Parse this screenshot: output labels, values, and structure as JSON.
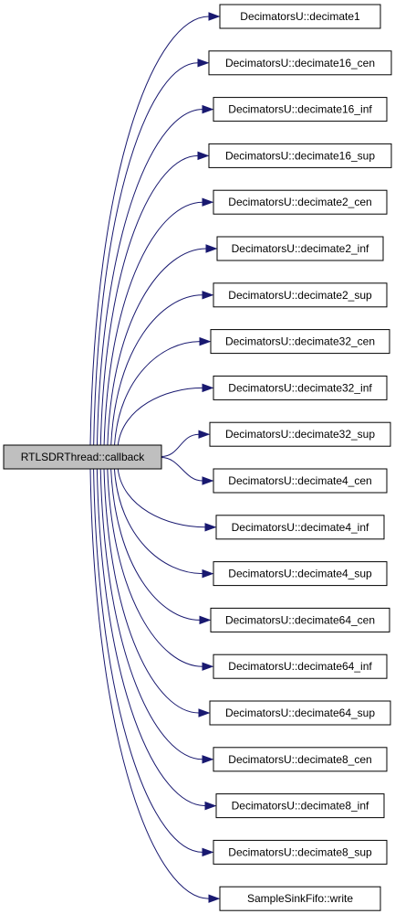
{
  "colors": {
    "edge": "#191970",
    "source_fill": "#bfbfbf",
    "target_fill": "#ffffff",
    "border": "#000000"
  },
  "source": {
    "name": "source-node-rtlsdrthread-callback",
    "label": "RTLSDRThread::callback"
  },
  "targets": [
    {
      "name": "target-node-decimate1",
      "label": "DecimatorsU::decimate1"
    },
    {
      "name": "target-node-decimate16-cen",
      "label": "DecimatorsU::decimate16_cen"
    },
    {
      "name": "target-node-decimate16-inf",
      "label": "DecimatorsU::decimate16_inf"
    },
    {
      "name": "target-node-decimate16-sup",
      "label": "DecimatorsU::decimate16_sup"
    },
    {
      "name": "target-node-decimate2-cen",
      "label": "DecimatorsU::decimate2_cen"
    },
    {
      "name": "target-node-decimate2-inf",
      "label": "DecimatorsU::decimate2_inf"
    },
    {
      "name": "target-node-decimate2-sup",
      "label": "DecimatorsU::decimate2_sup"
    },
    {
      "name": "target-node-decimate32-cen",
      "label": "DecimatorsU::decimate32_cen"
    },
    {
      "name": "target-node-decimate32-inf",
      "label": "DecimatorsU::decimate32_inf"
    },
    {
      "name": "target-node-decimate32-sup",
      "label": "DecimatorsU::decimate32_sup"
    },
    {
      "name": "target-node-decimate4-cen",
      "label": "DecimatorsU::decimate4_cen"
    },
    {
      "name": "target-node-decimate4-inf",
      "label": "DecimatorsU::decimate4_inf"
    },
    {
      "name": "target-node-decimate4-sup",
      "label": "DecimatorsU::decimate4_sup"
    },
    {
      "name": "target-node-decimate64-cen",
      "label": "DecimatorsU::decimate64_cen"
    },
    {
      "name": "target-node-decimate64-inf",
      "label": "DecimatorsU::decimate64_inf"
    },
    {
      "name": "target-node-decimate64-sup",
      "label": "DecimatorsU::decimate64_sup"
    },
    {
      "name": "target-node-decimate8-cen",
      "label": "DecimatorsU::decimate8_cen"
    },
    {
      "name": "target-node-decimate8-inf",
      "label": "DecimatorsU::decimate8_inf"
    },
    {
      "name": "target-node-decimate8-sup",
      "label": "DecimatorsU::decimate8_sup"
    },
    {
      "name": "target-node-samplesinkfifo-write",
      "label": "SampleSinkFifo::write"
    }
  ]
}
